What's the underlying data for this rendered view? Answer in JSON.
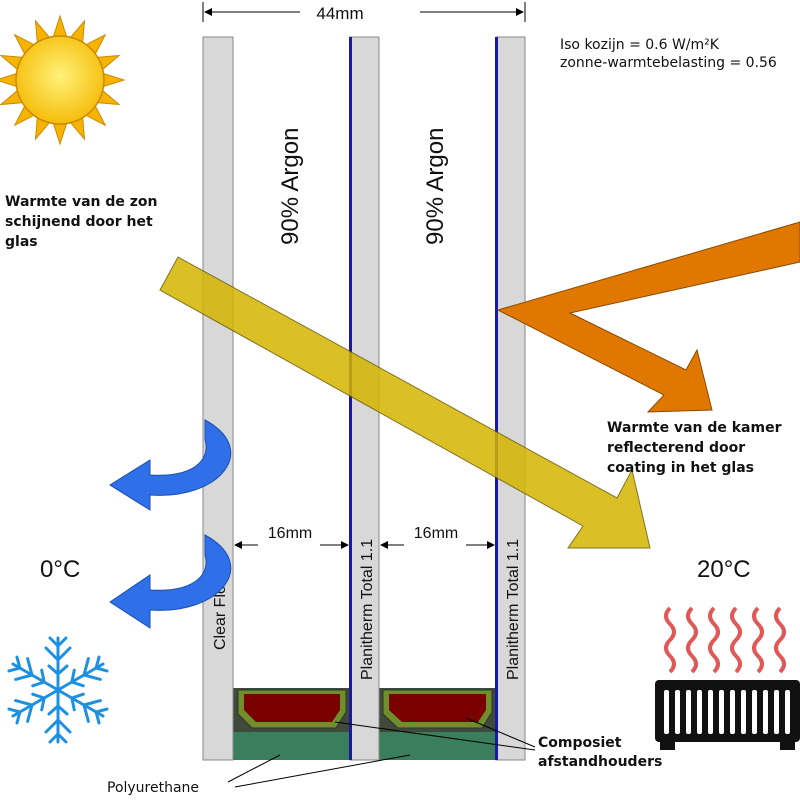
{
  "dimensions": {
    "total": "44mm",
    "gap1": "16mm",
    "gap2": "16mm"
  },
  "specs": {
    "line1": "Iso kozijn = 0.6 W/m²K",
    "line2": "zonne-warmtebelasting  = 0.56"
  },
  "gas": {
    "cavity1": "90% Argon",
    "cavity2": "90% Argon"
  },
  "panes": {
    "pane1": "Clear Float",
    "pane2": "Planitherm Total 1.1",
    "pane3": "Planitherm Total 1.1"
  },
  "sun_text": [
    "Warmte van de zon",
    "schijnend door het",
    "glas"
  ],
  "room_text": [
    "Warmte van de kamer",
    "reflecterend door",
    "coating in het glas"
  ],
  "temps": {
    "outside": "0°C",
    "inside": "20°C"
  },
  "labels": {
    "spacer": [
      "Composiet",
      "afstandhouders"
    ],
    "sealant": "Polyurethane"
  },
  "colors": {
    "sun": "#ffd400",
    "solar_arrow": "#d4b400",
    "room_arrow": "#e07800",
    "cold_arrow": "#2f6fe8",
    "coating": "#1a1aa0",
    "sealant": "#3b7e5e",
    "spacer": "#7a0000"
  }
}
